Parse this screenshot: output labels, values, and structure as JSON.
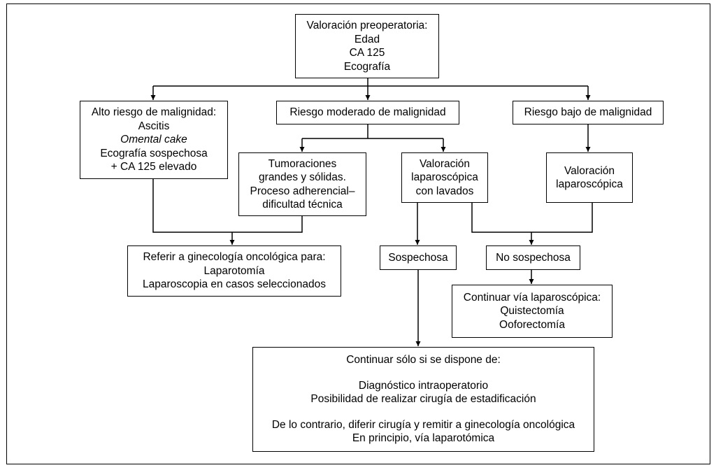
{
  "diagram": {
    "preop": {
      "lines": [
        "Valoración preoperatoria:",
        "Edad",
        "CA 125",
        "Ecografía"
      ]
    },
    "high": {
      "lines": [
        "Alto riesgo de malignidad:",
        "Ascitis",
        "Omental cake",
        "Ecografía sospechosa",
        "+ CA 125 elevado"
      ]
    },
    "moderate": {
      "text": "Riesgo moderado de malignidad"
    },
    "low": {
      "text": "Riesgo bajo de malignidad"
    },
    "tumors": {
      "lines": [
        "Tumoraciones",
        "grandes y sólidas.",
        "Proceso adherencial–",
        "dificultad técnica"
      ]
    },
    "lap_wash": {
      "lines": [
        "Valoración",
        "laparoscópica",
        "con lavados"
      ]
    },
    "lap_eval": {
      "lines": [
        "Valoración",
        "laparoscópica"
      ]
    },
    "refer": {
      "lines": [
        "Referir a ginecología oncológica para:",
        "Laparotomía",
        "Laparoscopia en casos seleccionados"
      ]
    },
    "suspicious": {
      "text": "Sospechosa"
    },
    "not_suspicious": {
      "text": "No sospechosa"
    },
    "continue_lap": {
      "lines": [
        "Continuar vía laparoscópica:",
        "Quistectomía",
        "Ooforectomía"
      ]
    },
    "continue_only": {
      "lines": [
        "Continuar sólo si se dispone de:",
        "Diagnóstico intraoperatorio",
        "Posibilidad de realizar cirugía de estadificación",
        "De lo contrario, diferir cirugía y remitir a ginecología oncológica",
        "En principio, vía laparotómica"
      ]
    }
  }
}
